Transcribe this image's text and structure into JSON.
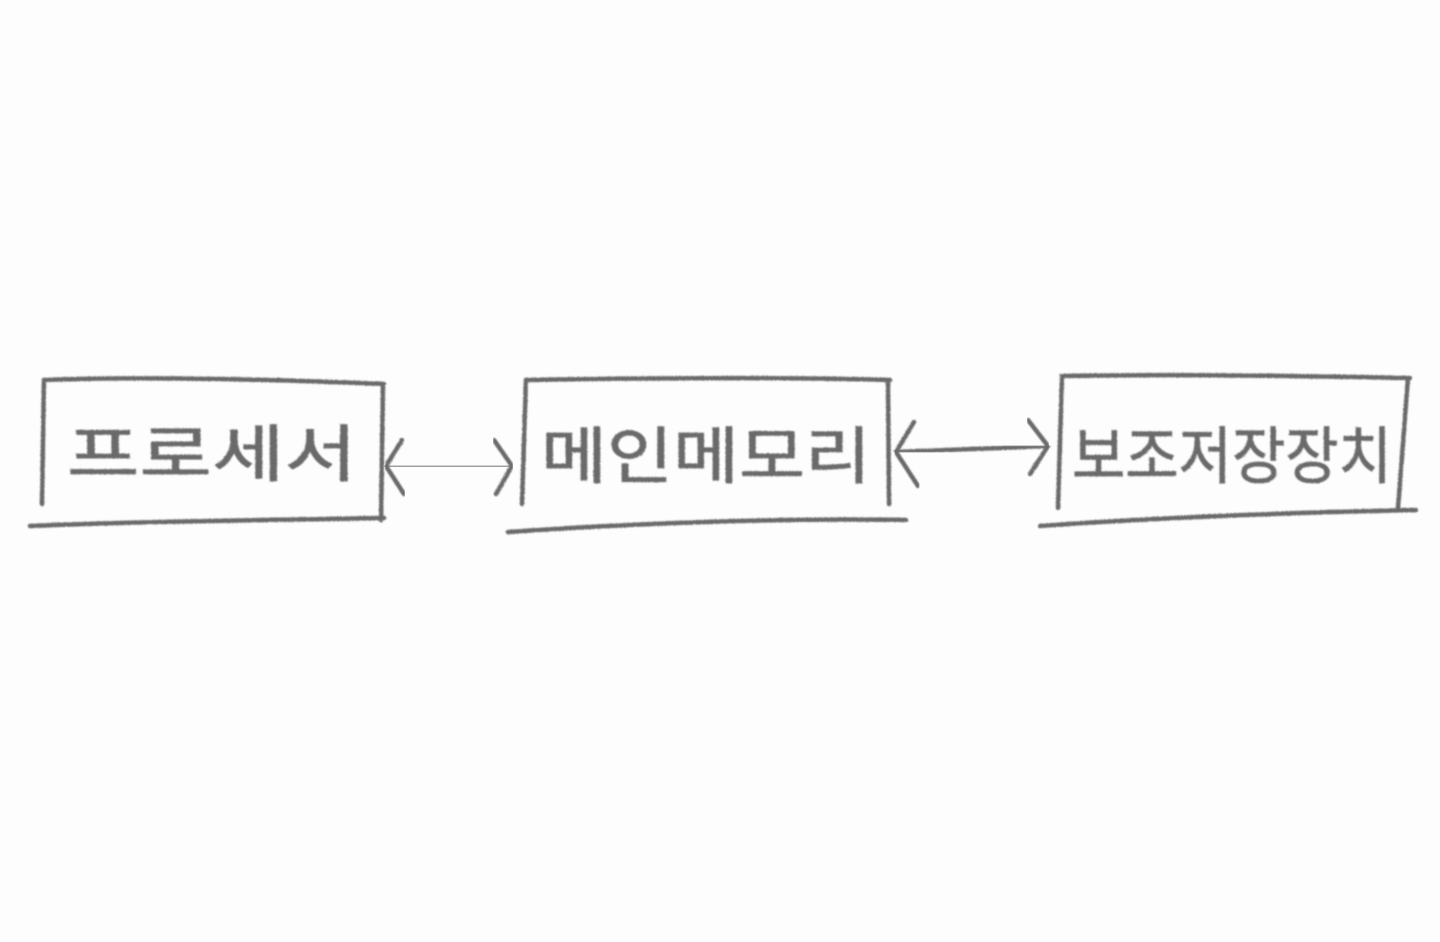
{
  "diagram": {
    "nodes": [
      {
        "id": "processor",
        "label": "프로세서"
      },
      {
        "id": "main-memory",
        "label": "메인메모리"
      },
      {
        "id": "aux-storage",
        "label": "보조저장장치"
      }
    ],
    "edges": [
      {
        "from": "processor",
        "to": "main-memory",
        "direction": "both"
      },
      {
        "from": "main-memory",
        "to": "aux-storage",
        "direction": "both"
      }
    ],
    "stroke_color": "#6b6b6b",
    "background_color": "#fdfdfd"
  }
}
